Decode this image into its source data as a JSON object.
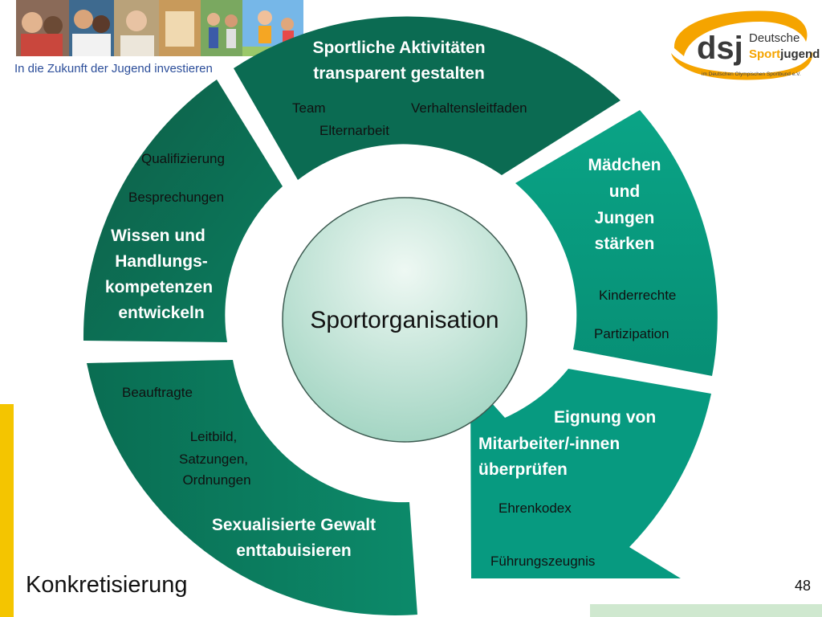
{
  "header": {
    "tagline": "In die Zukunft der Jugend investieren"
  },
  "logo": {
    "mark": "dsj",
    "line1": "Deutsche",
    "line2a": "Sport",
    "line2b": "jugend",
    "subline": "im Deutschen Olympischen Sportbund e.V."
  },
  "diagram": {
    "center": "Sportorganisation",
    "segments": {
      "top": {
        "heading": [
          "Sportliche Aktivitäten",
          "transparent gestalten"
        ],
        "items": [
          "Team",
          "Verhaltensleitfaden",
          "Elternarbeit"
        ]
      },
      "right": {
        "heading": [
          "Mädchen",
          "und",
          "Jungen",
          "stärken"
        ],
        "items": [
          "Kinderrechte",
          "Partizipation"
        ]
      },
      "bottom_right": {
        "heading": [
          "Eignung von",
          "Mitarbeiter/-innen",
          "überprüfen"
        ],
        "items": [
          "Ehrenkodex",
          "Führungszeugnis"
        ]
      },
      "bottom_left": {
        "heading": [
          "Sexualisierte Gewalt",
          "enttabuisieren"
        ],
        "items": [
          "Beauftragte",
          "Leitbild,",
          "Satzungen,",
          "Ordnungen"
        ]
      },
      "left": {
        "heading": [
          "Wissen und",
          "Handlungs-",
          "kompetenzen",
          "entwickeln"
        ],
        "items": [
          "Qualifizierung",
          "Besprechungen"
        ]
      }
    }
  },
  "footer": {
    "title": "Konkretisierung",
    "page": "48"
  },
  "colors": {
    "teal": "#079a80",
    "dark_green": "#0b6b52",
    "accent_yellow": "#f4c500",
    "logo_orange": "#f5a400"
  }
}
